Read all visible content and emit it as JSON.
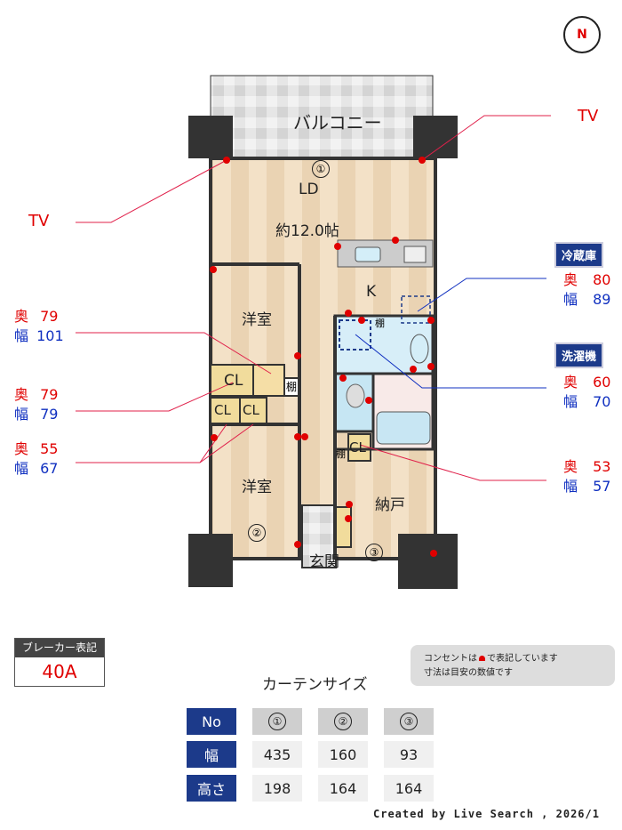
{
  "compass": {
    "label": "N"
  },
  "rooms": {
    "balcony": "バルコニー",
    "ld": "LD",
    "ld_size": "約12.0帖",
    "kitchen": "K",
    "western_room_1": "洋室",
    "western_room_2": "洋室",
    "storage": "納戸",
    "entrance": "玄関",
    "closet_1": "CL",
    "closet_2": "CL",
    "closet_3": "CL",
    "closet_4": "CL",
    "shelf_1": "棚",
    "shelf_2": "棚",
    "shelf_3": "棚"
  },
  "window_markers": [
    "①",
    "②",
    "③"
  ],
  "callouts": {
    "tv_left": "TV",
    "tv_right": "TV",
    "closet_main": {
      "depth_label": "奥",
      "depth": "79",
      "width_label": "幅",
      "width": "101"
    },
    "closet_cl": {
      "depth_label": "奥",
      "depth": "79",
      "width_label": "幅",
      "width": "79"
    },
    "closet_small": {
      "depth_label": "奥",
      "depth": "55",
      "width_label": "幅",
      "width": "67"
    },
    "fridge": {
      "title": "冷蔵庫",
      "depth_label": "奥",
      "depth": "80",
      "width_label": "幅",
      "width": "89"
    },
    "washer": {
      "title": "洗濯機",
      "depth_label": "奥",
      "depth": "60",
      "width_label": "幅",
      "width": "70"
    },
    "storage_cl": {
      "depth_label": "奥",
      "depth": "53",
      "width_label": "幅",
      "width": "57"
    }
  },
  "breaker": {
    "label": "ブレーカー表記",
    "value": "40A"
  },
  "notes": {
    "line1_a": "コンセントは",
    "line1_b": "で表記しています",
    "line2": "寸法は目安の数値です"
  },
  "curtain": {
    "title": "カーテンサイズ",
    "row_headers": [
      "No",
      "幅",
      "高さ"
    ],
    "columns": [
      {
        "no": "①",
        "width": "435",
        "height": "198"
      },
      {
        "no": "②",
        "width": "160",
        "height": "164"
      },
      {
        "no": "③",
        "width": "93",
        "height": "164"
      }
    ]
  },
  "credit": "Created by Live Search , 2026/1",
  "colors": {
    "outlet": "#e00000",
    "header": "#1c3a8a",
    "floor": "#f0dcc0"
  }
}
